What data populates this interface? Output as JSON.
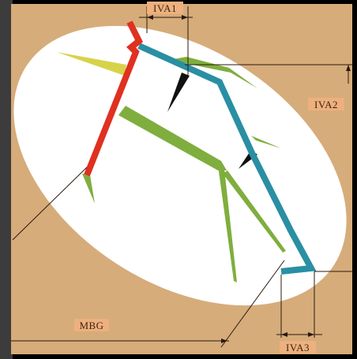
{
  "labels": {
    "iva1": "IVA1",
    "iva2": "IVA2",
    "iva3": "IVA3",
    "mbg": "MBG"
  },
  "colors": {
    "background_paper": "#d6ac7a",
    "heart_outline": "#ffffff",
    "frame": "#000000",
    "vessel_red": "#e03020",
    "vessel_blue": "#2a8fa3",
    "vessel_green": "#7fae3e",
    "vessel_yellow": "#d8d24a",
    "leader_line": "#2a1a0e"
  }
}
